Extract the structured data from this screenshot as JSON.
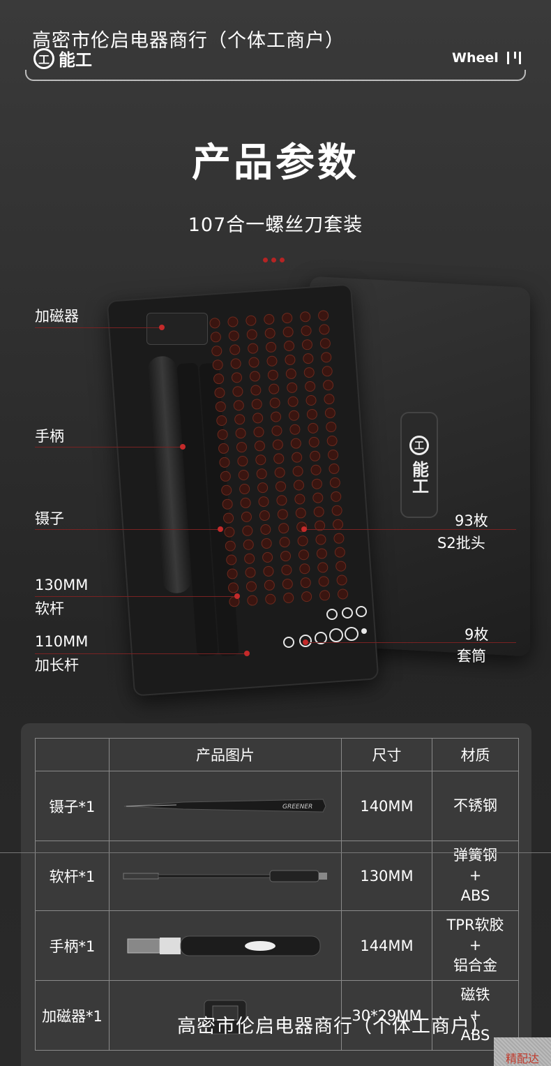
{
  "header": {
    "watermark": "高密市伦启电器商行（个体工商户）",
    "brand_symbol": "工",
    "brand_name": "能工",
    "partner": "Wheel"
  },
  "hero": {
    "title": "产品参数",
    "subtitle": "107合一螺丝刀套装"
  },
  "callouts": {
    "magnetizer": "加磁器",
    "handle": "手柄",
    "tweezers": "镊子",
    "rod130": [
      "130MM",
      "软杆"
    ],
    "rod110": [
      "110MM",
      "加长杆"
    ],
    "bits": [
      "93枚",
      "S2批头"
    ],
    "sockets": [
      "9枚",
      "套筒"
    ]
  },
  "table": {
    "headers": [
      "",
      "产品图片",
      "尺寸",
      "材质"
    ],
    "rows": [
      {
        "name": "镊子*1",
        "image": "tweezers",
        "size": "140MM",
        "material": [
          "不锈钢"
        ]
      },
      {
        "name": "软杆*1",
        "image": "flex-rod",
        "size": "130MM",
        "material": [
          "弹簧钢",
          "+",
          "ABS"
        ]
      },
      {
        "name": "手柄*1",
        "image": "handle",
        "size": "144MM",
        "material": [
          "TPR软胶",
          "+",
          "铝合金"
        ]
      },
      {
        "name": "加磁器*1",
        "image": "magnetizer",
        "size": "30*29MM",
        "material": [
          "磁铁",
          "+",
          "ABS"
        ]
      }
    ],
    "tweezers_brand": "GREENER"
  },
  "footer": {
    "watermark": "高密市伦启电器商行（个体工商户）",
    "stamp": "精配达"
  },
  "colors": {
    "accent": "#c42a2a",
    "background": "#2e2e2e",
    "table_panel": "#3a3a3a"
  }
}
